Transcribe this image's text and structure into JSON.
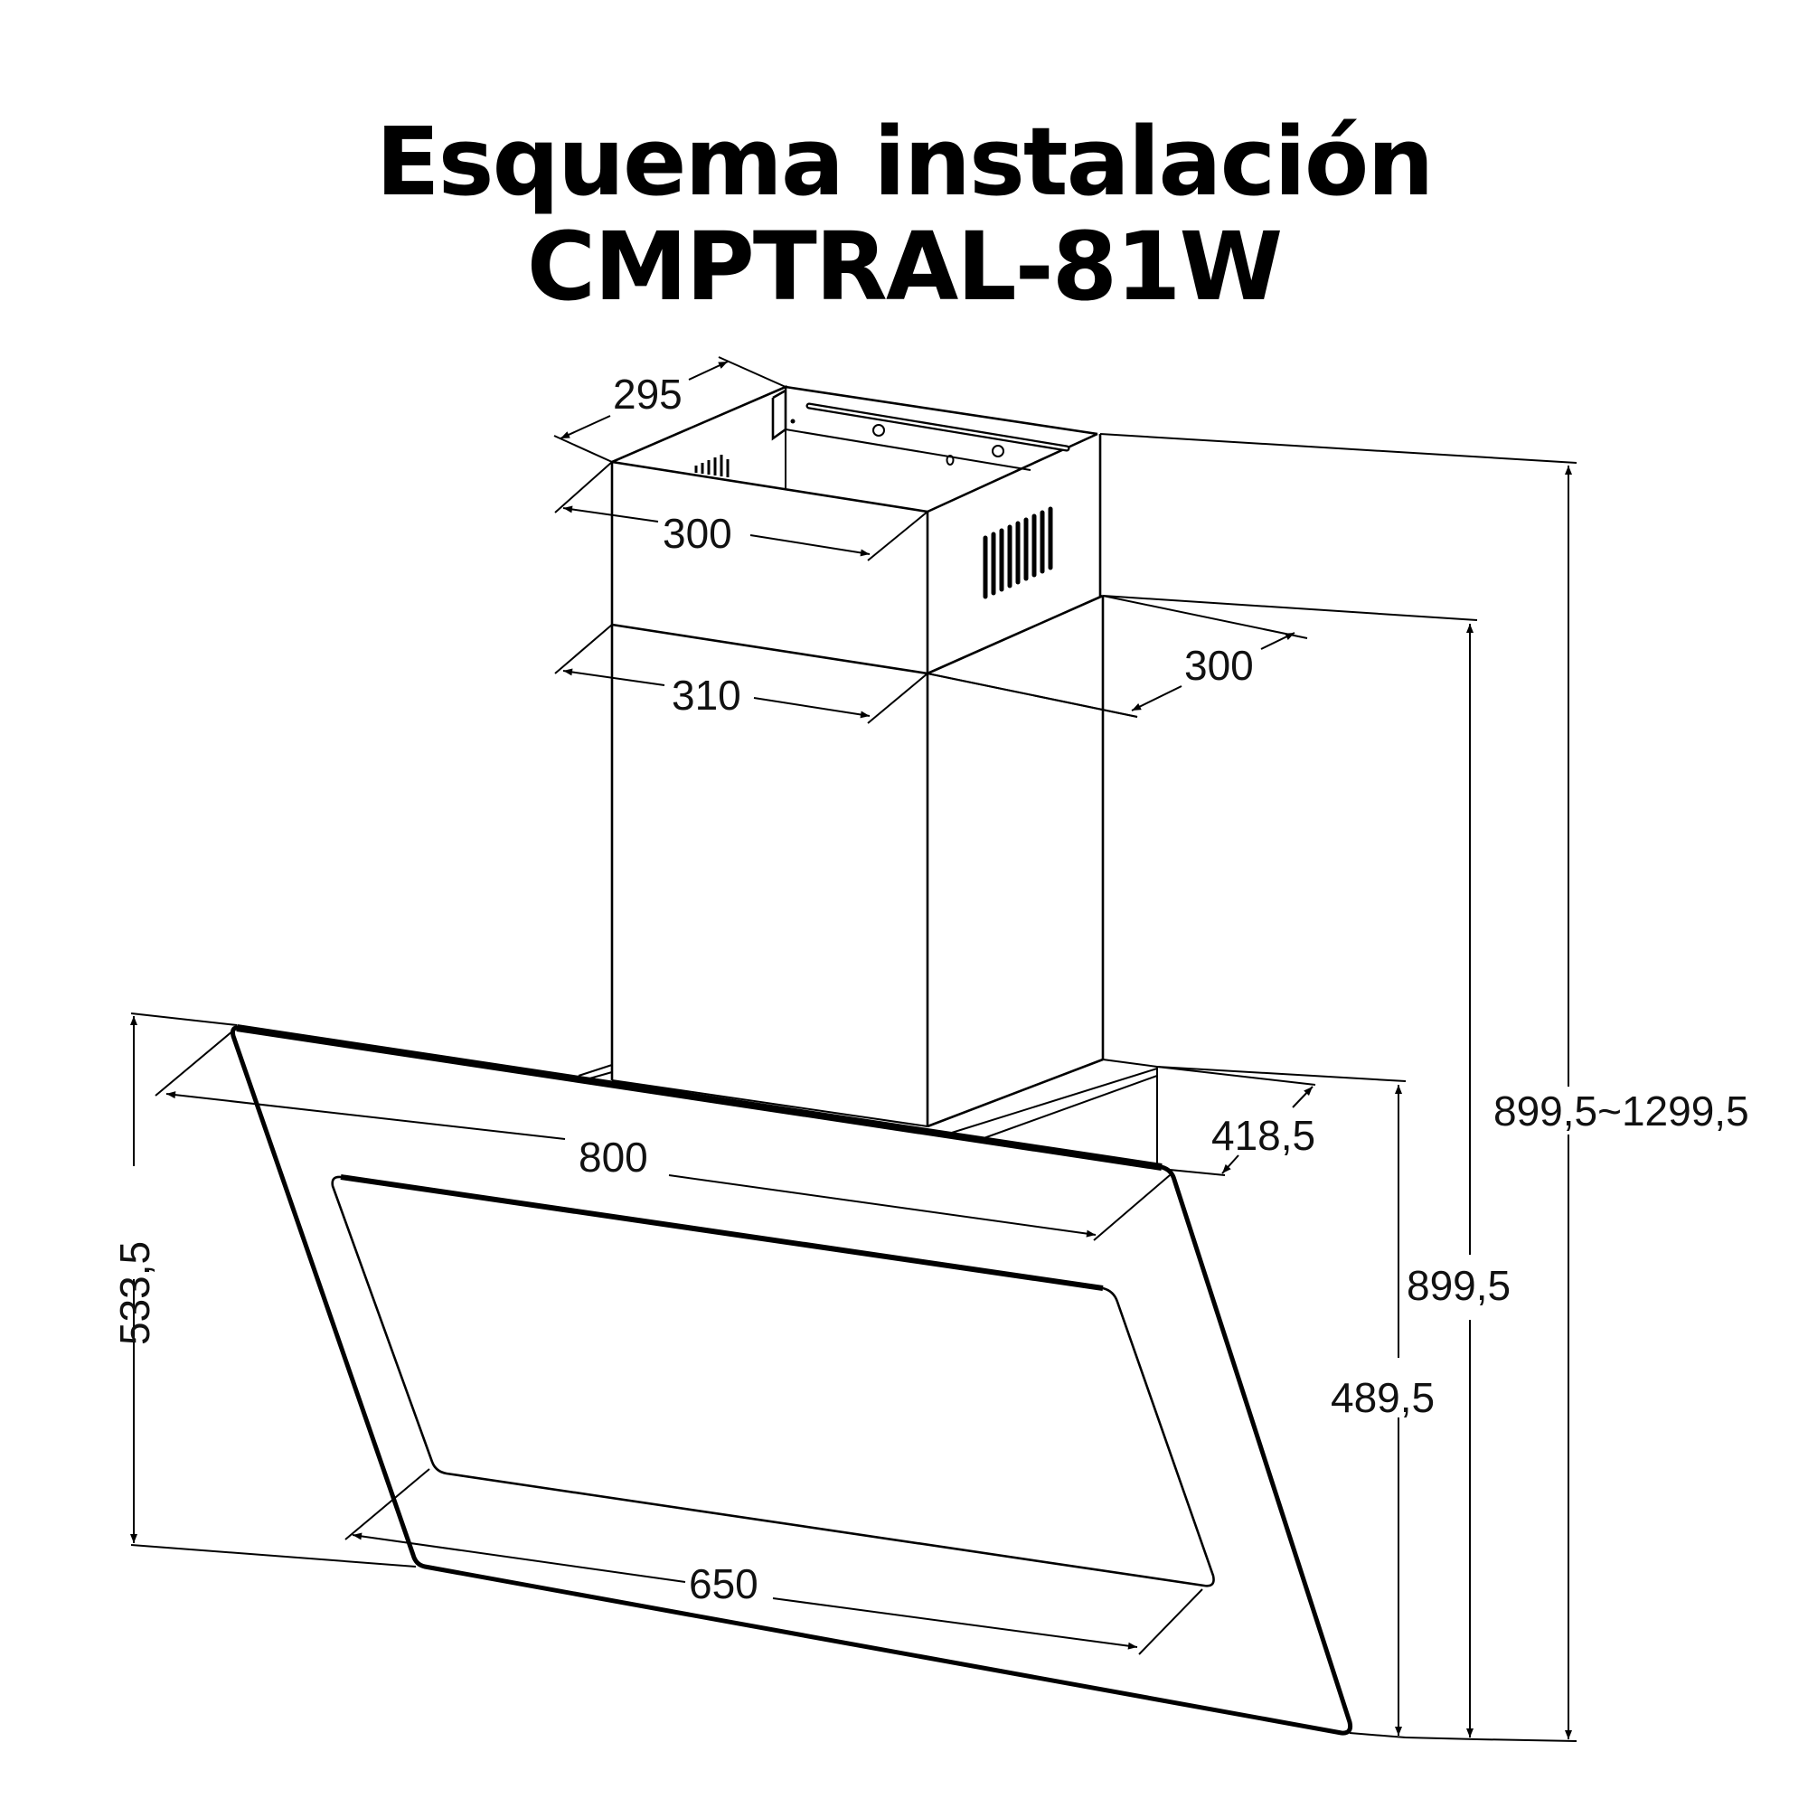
{
  "title": {
    "line1": "Esquema instalación",
    "line2": "CMPTRAL-81W"
  },
  "dimensions": {
    "chimney_top_depth": "295",
    "chimney_top_width": "300",
    "chimney_lower_width": "310",
    "chimney_side_depth": "300",
    "hood_width": "800",
    "hood_depth": "418,5",
    "glass_width": "650",
    "hood_height_left": "533,5",
    "hood_height_right": "489,5",
    "min_total_height": "899,5",
    "total_height_range": "899,5~1299,5"
  },
  "colors": {
    "line": "#000000",
    "background": "#ffffff"
  }
}
